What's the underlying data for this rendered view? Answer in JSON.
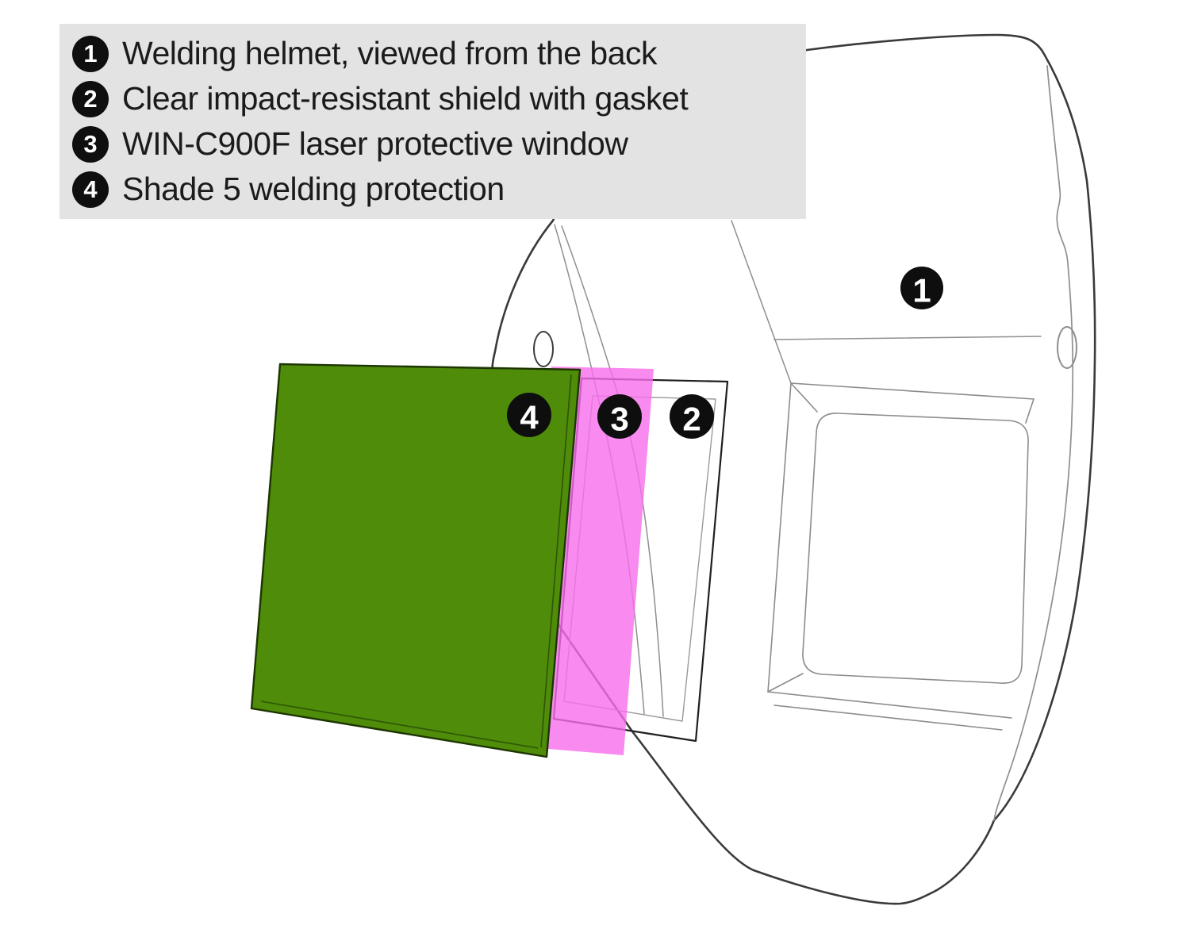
{
  "legend": {
    "items": [
      {
        "num": "1",
        "label": "Welding helmet, viewed from the back"
      },
      {
        "num": "2",
        "label": "Clear impact-resistant shield with gasket"
      },
      {
        "num": "3",
        "label": "WIN-C900F laser protective window"
      },
      {
        "num": "4",
        "label": "Shade 5 welding protection"
      }
    ]
  },
  "callouts": {
    "helmet": {
      "num": "1"
    },
    "shield": {
      "num": "2"
    },
    "window": {
      "num": "3"
    },
    "shade": {
      "num": "4"
    }
  },
  "colors": {
    "legend_bg": "#e3e3e3",
    "text": "#1b1b1b",
    "badge_bg": "#0e0e0e",
    "badge_text": "#ffffff",
    "green_fill": "#4e8c0a",
    "green_border": "#1d3502",
    "pink_fill": "#f76eec",
    "outline_dark": "#3a3a3a",
    "outline_light": "#8f8f8f",
    "shield_outline": "#1f1f1f"
  }
}
